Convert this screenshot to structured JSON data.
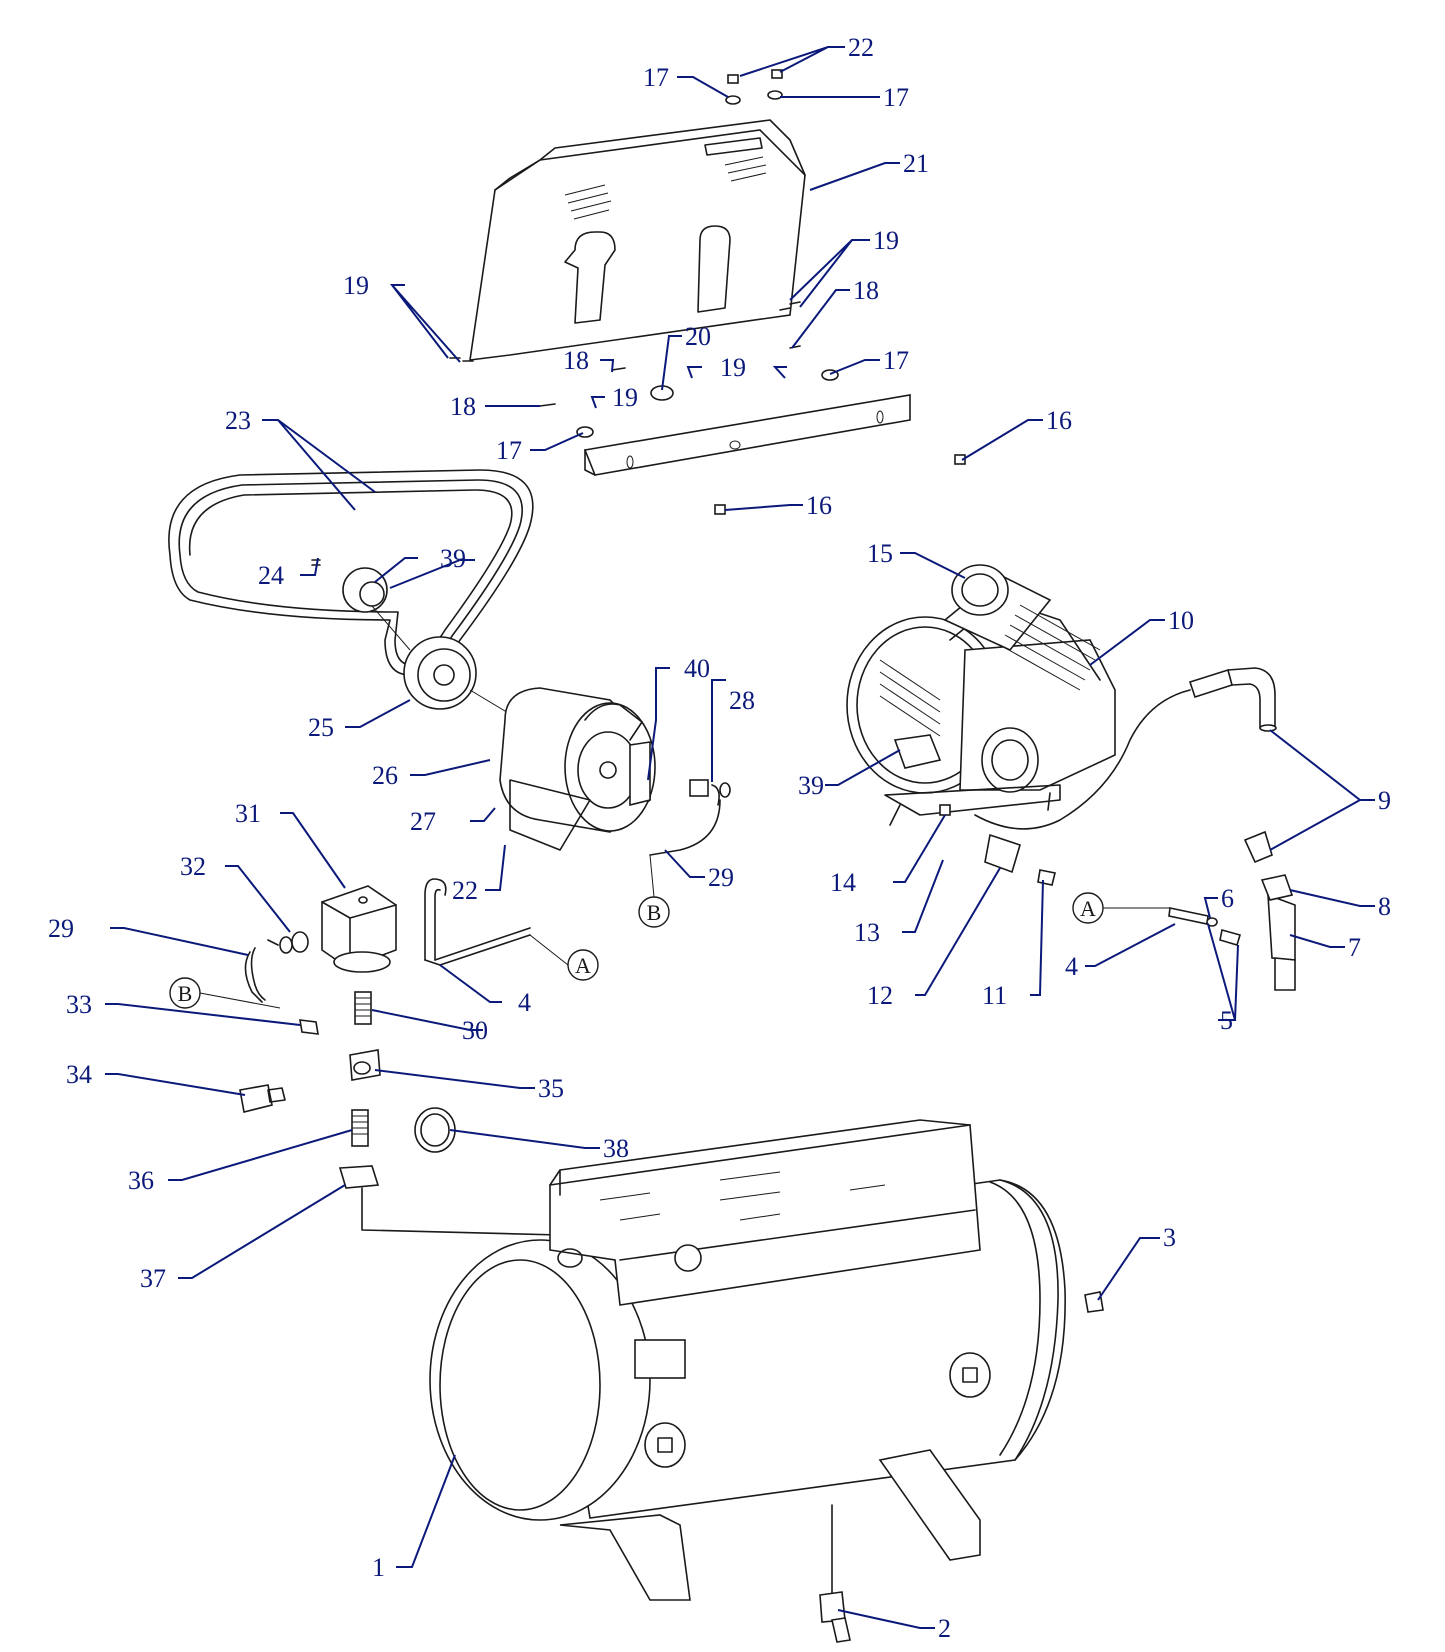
{
  "diagram": {
    "callouts": [
      "1",
      "2",
      "3",
      "4",
      "5",
      "6",
      "7",
      "8",
      "9",
      "10",
      "11",
      "12",
      "13",
      "14",
      "15",
      "16",
      "17",
      "18",
      "19",
      "20",
      "21",
      "22",
      "23",
      "24",
      "25",
      "26",
      "27",
      "28",
      "29",
      "30",
      "31",
      "32",
      "33",
      "34",
      "35",
      "36",
      "37",
      "38",
      "39",
      "40"
    ],
    "connectors": [
      "A",
      "B"
    ]
  }
}
